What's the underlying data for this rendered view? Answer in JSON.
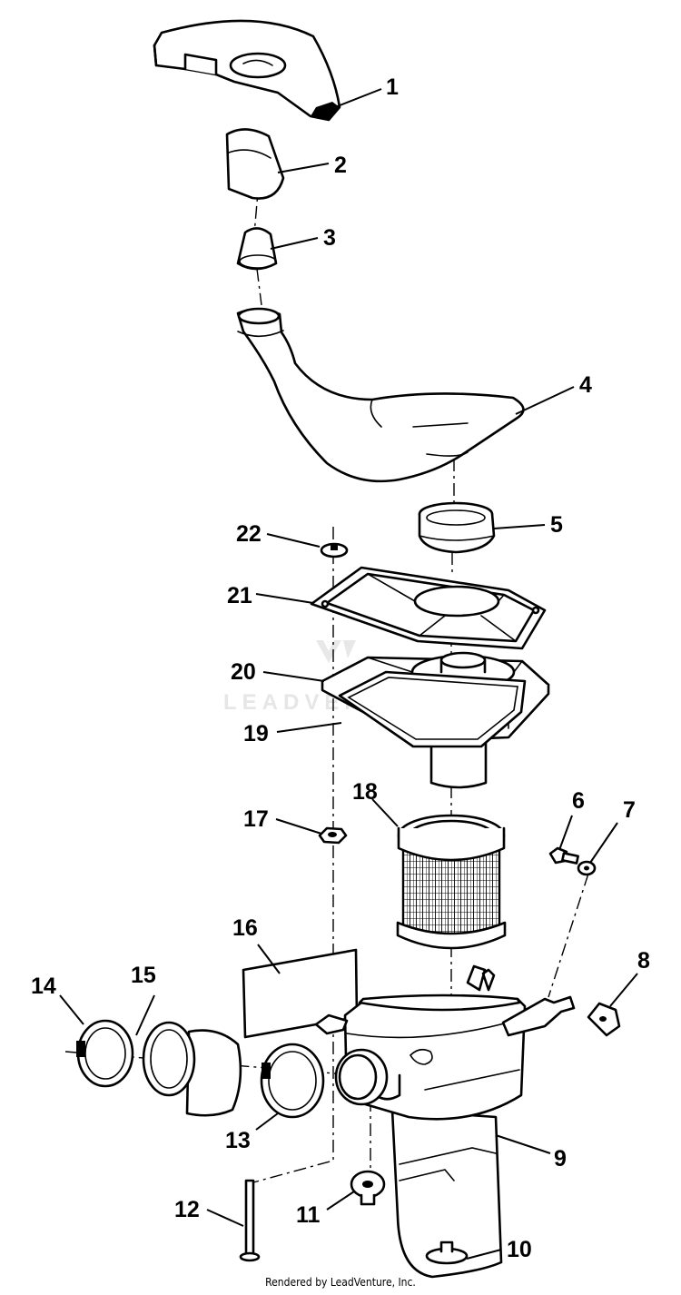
{
  "watermark": "LEADVENTURE",
  "credit": "Rendered by LeadVenture, Inc.",
  "callouts": [
    "1",
    "2",
    "3",
    "4",
    "5",
    "6",
    "7",
    "8",
    "9",
    "10",
    "11",
    "12",
    "13",
    "14",
    "15",
    "16",
    "17",
    "18",
    "19",
    "20",
    "21",
    "22"
  ]
}
